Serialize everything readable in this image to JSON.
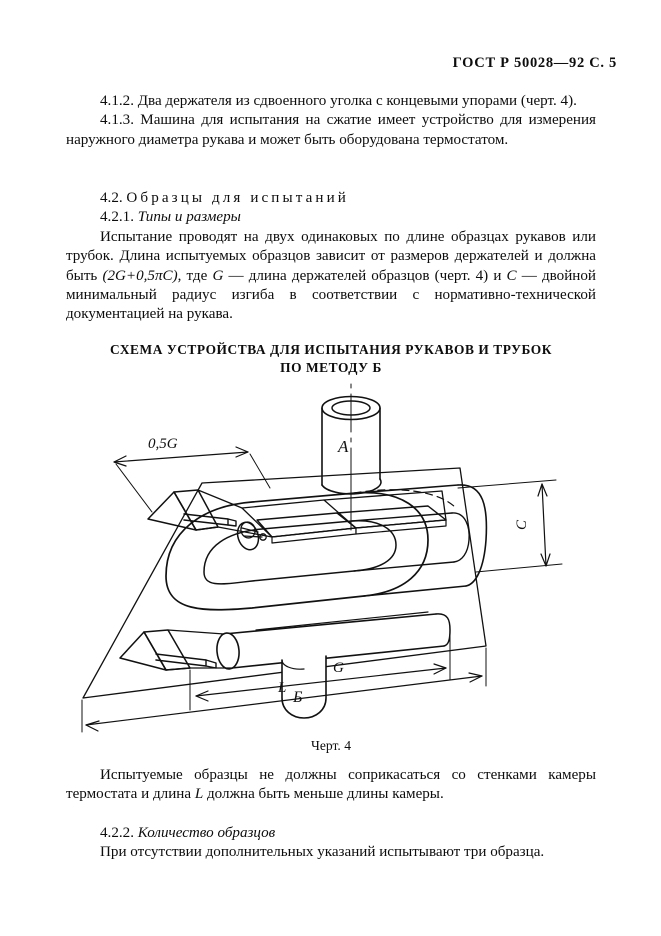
{
  "header": {
    "standard": "ГОСТ Р 50028—92 С. 5"
  },
  "body": {
    "para_412": "4.1.2. Два держателя из сдвоенного уголка с концевыми упорами (черт. 4).",
    "para_413": "4.1.3. Машина для испытания на сжатие имеет устройство для измерения наружного диаметра рукава и может быть оборудована термостатом.",
    "heading_42_number": "4.2.",
    "heading_42_text": "Образцы для испытаний",
    "heading_421_number": "4.2.1.",
    "heading_421_text": "Типы и размеры",
    "para_421_a": "Испытание проводят на двух одинаковых по  длине образцах рукавов или трубок. Длина испытуемых образцов зависит от размеров держателей и должна  быть ",
    "formula": "(2G+0,5πC)",
    "para_421_b": ",  тде ",
    "var_G": "G",
    "para_421_c": " — длина держателей образцов (черт. 4) и ",
    "var_C": "C",
    "para_421_d": " — двойной  минимальный радиус изгиба в соответствии с нормативно-технической  документацией на рукава.",
    "para_after_fig_a": "Испытуемые образцы не должны соприкасаться  со стенками камеры термостата и длина ",
    "var_L": "L",
    "para_after_fig_b": " должна быть меньше длины  камеры.",
    "heading_422_number": "4.2.2.",
    "heading_422_text": "Количество образцов",
    "para_422": "При отсутствии дополнительных указаний испытывают три образца."
  },
  "figure": {
    "title_line1": "СХЕМА УСТРОЙСТВА ДЛЯ ИСПЫТАНИЯ РУКАВОВ И ТРУБОК",
    "title_line2": "ПО МЕТОДУ Б",
    "caption": "Черт. 4",
    "labels": {
      "half_g": "0,5G",
      "part_a": "А",
      "part_b": "Б",
      "dim_c": "C",
      "dim_g": "G",
      "dim_l": "L"
    },
    "colors": {
      "ink": "#111111",
      "paper": "#ffffff"
    }
  }
}
